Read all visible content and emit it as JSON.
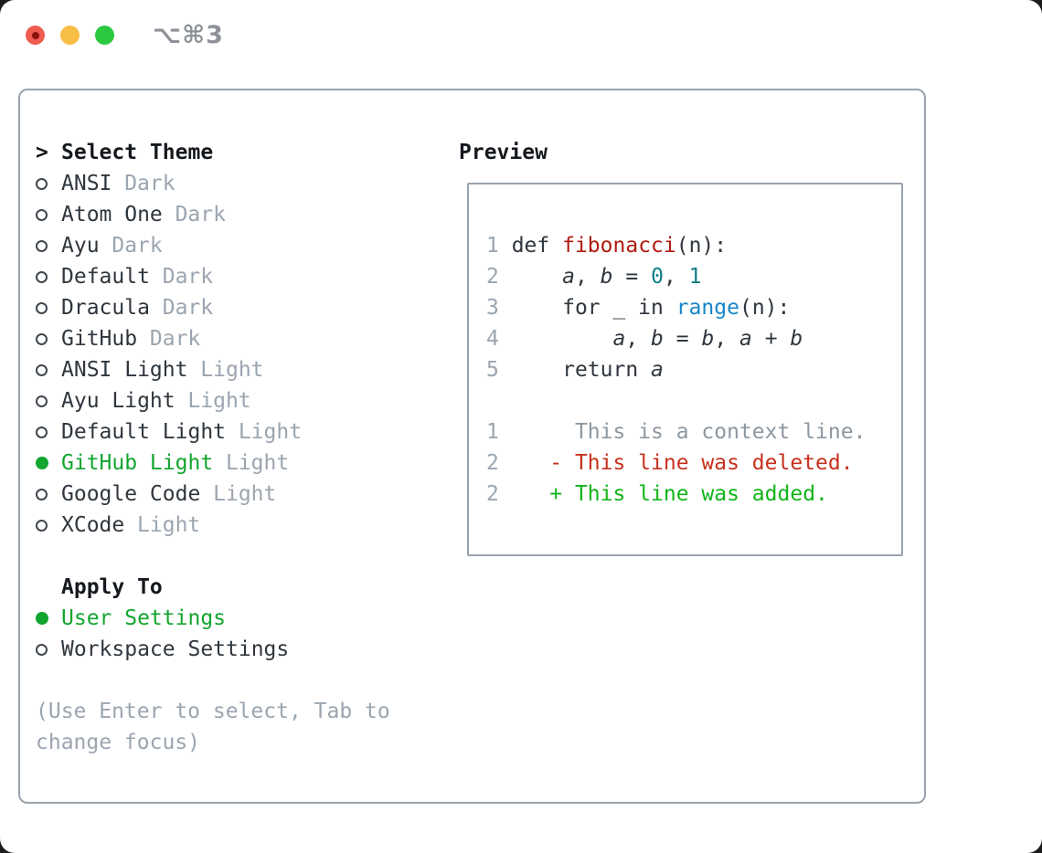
{
  "window": {
    "title": "⌥⌘3"
  },
  "titlebar": {
    "buttons": [
      {
        "name": "close",
        "color": "#f05b51"
      },
      {
        "name": "minimize",
        "color": "#f8bd45"
      },
      {
        "name": "zoom",
        "color": "#2bc840"
      }
    ]
  },
  "colors": {
    "accent_green": "#12a52f",
    "panel_border": "#9aa3ae",
    "text_dark": "#2f363d",
    "text_black": "#15191e",
    "text_muted": "#9ba5b0",
    "code_function": "#b01b10",
    "code_builtin": "#1787c9",
    "code_number": "#0e7e86",
    "diff_context": "#8d97a1",
    "diff_deleted": "#c7311d",
    "diff_added": "#10b519",
    "title_gray": "#8e9298",
    "close_dot": "#8c130c"
  },
  "theme_picker": {
    "prompt": ">",
    "title": "Select Theme",
    "items": [
      {
        "name": "ANSI",
        "tag": "Dark",
        "selected": false
      },
      {
        "name": "Atom One",
        "tag": "Dark",
        "selected": false
      },
      {
        "name": "Ayu",
        "tag": "Dark",
        "selected": false
      },
      {
        "name": "Default",
        "tag": "Dark",
        "selected": false
      },
      {
        "name": "Dracula",
        "tag": "Dark",
        "selected": false
      },
      {
        "name": "GitHub",
        "tag": "Dark",
        "selected": false
      },
      {
        "name": "ANSI Light",
        "tag": "Light",
        "selected": false
      },
      {
        "name": "Ayu Light",
        "tag": "Light",
        "selected": false
      },
      {
        "name": "Default Light",
        "tag": "Light",
        "selected": false
      },
      {
        "name": "GitHub Light",
        "tag": "Light",
        "selected": true
      },
      {
        "name": "Google Code",
        "tag": "Light",
        "selected": false
      },
      {
        "name": "XCode",
        "tag": "Light",
        "selected": false
      }
    ]
  },
  "apply_to": {
    "title": "Apply To",
    "items": [
      {
        "name": "User Settings",
        "selected": true
      },
      {
        "name": "Workspace Settings",
        "selected": false
      }
    ]
  },
  "help": {
    "line1": "(Use Enter to select, Tab to",
    "line2": "change focus)"
  },
  "preview": {
    "title": "Preview",
    "lines": [
      [
        {
          "t": "1",
          "c": "ln"
        },
        {
          "t": " def ",
          "c": "pl"
        },
        {
          "t": "fibonacci",
          "c": "fn"
        },
        {
          "t": "(n):",
          "c": "pl"
        }
      ],
      [
        {
          "t": "2",
          "c": "ln"
        },
        {
          "t": "     ",
          "c": "pl"
        },
        {
          "t": "a",
          "c": "it"
        },
        {
          "t": ", ",
          "c": "pl"
        },
        {
          "t": "b",
          "c": "it"
        },
        {
          "t": " = ",
          "c": "pl"
        },
        {
          "t": "0",
          "c": "num"
        },
        {
          "t": ", ",
          "c": "pl"
        },
        {
          "t": "1",
          "c": "num"
        }
      ],
      [
        {
          "t": "3",
          "c": "ln"
        },
        {
          "t": "     for _ in ",
          "c": "pl"
        },
        {
          "t": "range",
          "c": "blue"
        },
        {
          "t": "(n):",
          "c": "pl"
        }
      ],
      [
        {
          "t": "4",
          "c": "ln"
        },
        {
          "t": "         ",
          "c": "pl"
        },
        {
          "t": "a",
          "c": "it"
        },
        {
          "t": ", ",
          "c": "pl"
        },
        {
          "t": "b",
          "c": "it"
        },
        {
          "t": " = ",
          "c": "pl"
        },
        {
          "t": "b",
          "c": "it"
        },
        {
          "t": ", ",
          "c": "pl"
        },
        {
          "t": "a",
          "c": "it"
        },
        {
          "t": " + ",
          "c": "pl"
        },
        {
          "t": "b",
          "c": "it"
        }
      ],
      [
        {
          "t": "5",
          "c": "ln"
        },
        {
          "t": "     return ",
          "c": "pl"
        },
        {
          "t": "a",
          "c": "it"
        }
      ],
      [],
      [
        {
          "t": "1",
          "c": "ln"
        },
        {
          "t": "      This is a context line.",
          "c": "ctx"
        }
      ],
      [
        {
          "t": "2",
          "c": "ln"
        },
        {
          "t": "    - This line was deleted.",
          "c": "del"
        }
      ],
      [
        {
          "t": "2",
          "c": "ln"
        },
        {
          "t": "    + This line was added.",
          "c": "add"
        }
      ]
    ]
  }
}
